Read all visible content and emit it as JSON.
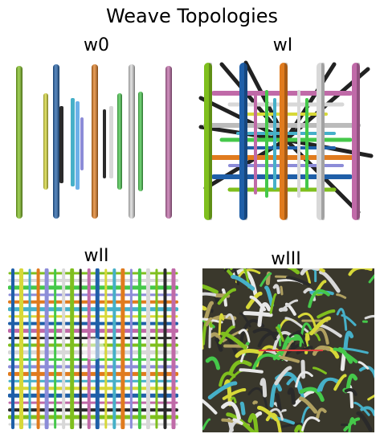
{
  "title": "Weave Topologies",
  "panels": [
    {
      "label": "w0"
    },
    {
      "label": "wI"
    },
    {
      "label": "wII"
    },
    {
      "label": "wIII"
    }
  ],
  "palette": [
    "#7fbf1e",
    "#1f5fa8",
    "#e07b1e",
    "#d8d8d8",
    "#c06aa8",
    "#46b0c8",
    "#45c84a",
    "#2a2a2a",
    "#d7d838",
    "#8c8cd8"
  ]
}
